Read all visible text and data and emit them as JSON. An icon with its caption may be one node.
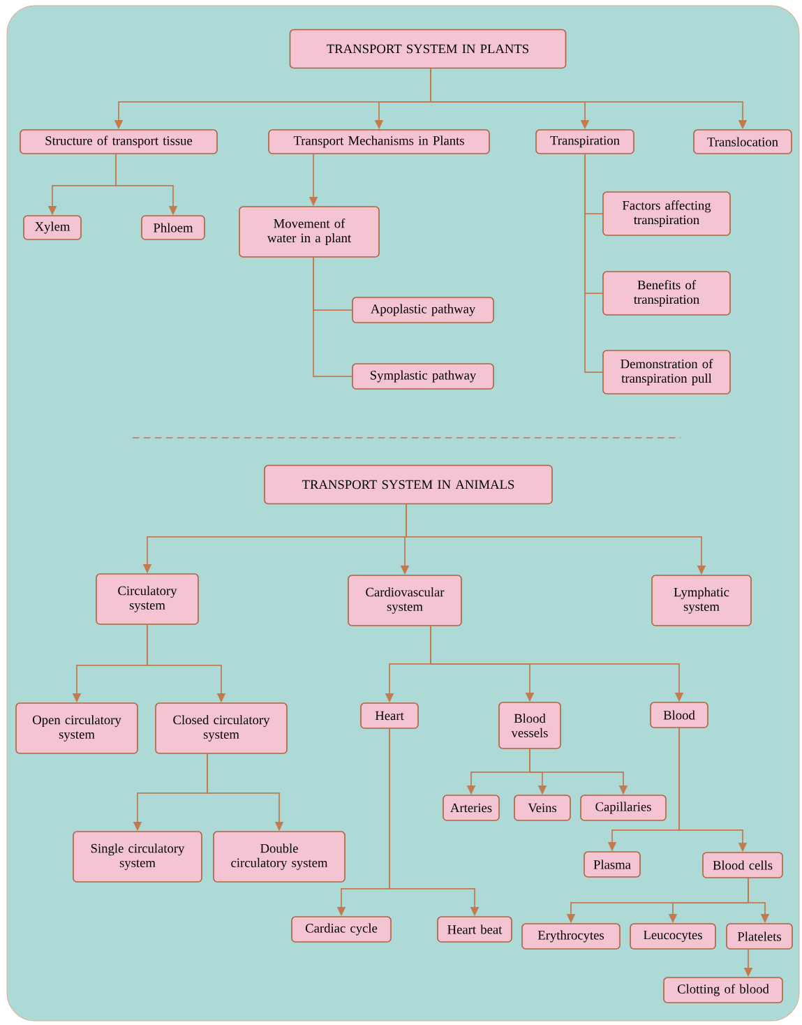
{
  "diagram": {
    "nodes": [
      {
        "text": [
          "TRANSPORT SYSTEM IN PLANTS"
        ]
      },
      {
        "text": [
          "Structure of transport tissue"
        ]
      },
      {
        "text": [
          "Transport Mechanisms in Plants"
        ]
      },
      {
        "text": [
          "Transpiration"
        ]
      },
      {
        "text": [
          "Translocation"
        ]
      },
      {
        "text": [
          "Xylem"
        ]
      },
      {
        "text": [
          "Phloem"
        ]
      },
      {
        "text": [
          "Movement of water in a plant"
        ]
      },
      {
        "text": [
          "Apoplastic pathway"
        ]
      },
      {
        "text": [
          "Symplastic pathway"
        ]
      },
      {
        "text": [
          "Factors affecting transpiration"
        ]
      },
      {
        "text": [
          "Benefits of transpiration"
        ]
      },
      {
        "text": [
          "Demonstration of transpiration pull"
        ]
      },
      {
        "text": [
          "TRANSPORT SYSTEM IN ANIMALS"
        ]
      },
      {
        "text": [
          "Circulatory system"
        ]
      },
      {
        "text": [
          "Cardiovascular system"
        ]
      },
      {
        "text": [
          "Lymphatic system"
        ]
      },
      {
        "text": [
          "Open circulatory system"
        ]
      },
      {
        "text": [
          "Closed circulatory system"
        ]
      },
      {
        "text": [
          "Heart"
        ]
      },
      {
        "text": [
          "Blood vessels"
        ]
      },
      {
        "text": [
          "Blood"
        ]
      },
      {
        "text": [
          "Single circulatory system"
        ]
      },
      {
        "text": [
          "Double circulatory system"
        ]
      },
      {
        "text": [
          "Arteries"
        ]
      },
      {
        "text": [
          "Veins"
        ]
      },
      {
        "text": [
          "Capillaries"
        ]
      },
      {
        "text": [
          "Plasma"
        ]
      },
      {
        "text": [
          "Blood cells"
        ]
      },
      {
        "text": [
          "Cardiac cycle"
        ]
      },
      {
        "text": [
          "Heart beat"
        ]
      },
      {
        "text": [
          "Erythrocytes"
        ]
      },
      {
        "text": [
          "Leucocytes"
        ]
      },
      {
        "text": [
          "Platelets"
        ]
      },
      {
        "text": [
          "Clotting of blood"
        ]
      }
    ],
    "edges": [
      {
        "from": 0,
        "to": 1,
        "arrow": "to"
      },
      {
        "from": 0,
        "to": 2,
        "arrow": "to"
      },
      {
        "from": 0,
        "to": 3,
        "arrow": "to"
      },
      {
        "from": 0,
        "to": 4,
        "arrow": "to"
      },
      {
        "from": 1,
        "to": 5,
        "arrow": "to"
      },
      {
        "from": 1,
        "to": 6,
        "arrow": "to"
      },
      {
        "from": 2,
        "to": 7,
        "arrow": "to"
      },
      {
        "from": 7,
        "to": 8,
        "arrow": "none"
      },
      {
        "from": 7,
        "to": 9,
        "arrow": "none"
      },
      {
        "from": 3,
        "to": 10,
        "arrow": "none"
      },
      {
        "from": 3,
        "to": 11,
        "arrow": "none"
      },
      {
        "from": 3,
        "to": 12,
        "arrow": "none"
      },
      {
        "from": 13,
        "to": 14,
        "arrow": "to"
      },
      {
        "from": 13,
        "to": 15,
        "arrow": "to"
      },
      {
        "from": 13,
        "to": 16,
        "arrow": "to"
      },
      {
        "from": 14,
        "to": 17,
        "arrow": "to"
      },
      {
        "from": 14,
        "to": 18,
        "arrow": "to"
      },
      {
        "from": 18,
        "to": 22,
        "arrow": "to"
      },
      {
        "from": 18,
        "to": 23,
        "arrow": "to"
      },
      {
        "from": 15,
        "to": 19,
        "arrow": "to"
      },
      {
        "from": 15,
        "to": 20,
        "arrow": "to"
      },
      {
        "from": 15,
        "to": 21,
        "arrow": "to"
      },
      {
        "from": 20,
        "to": 24,
        "arrow": "to"
      },
      {
        "from": 20,
        "to": 25,
        "arrow": "to"
      },
      {
        "from": 20,
        "to": 26,
        "arrow": "to"
      },
      {
        "from": 21,
        "to": 27,
        "arrow": "to"
      },
      {
        "from": 21,
        "to": 28,
        "arrow": "to"
      },
      {
        "from": 19,
        "to": 29,
        "arrow": "to"
      },
      {
        "from": 19,
        "to": 30,
        "arrow": "to"
      },
      {
        "from": 28,
        "to": 31,
        "arrow": "to"
      },
      {
        "from": 28,
        "to": 32,
        "arrow": "to"
      },
      {
        "from": 28,
        "to": 33,
        "arrow": "to"
      },
      {
        "from": 33,
        "to": 34,
        "arrow": "to"
      }
    ]
  }
}
